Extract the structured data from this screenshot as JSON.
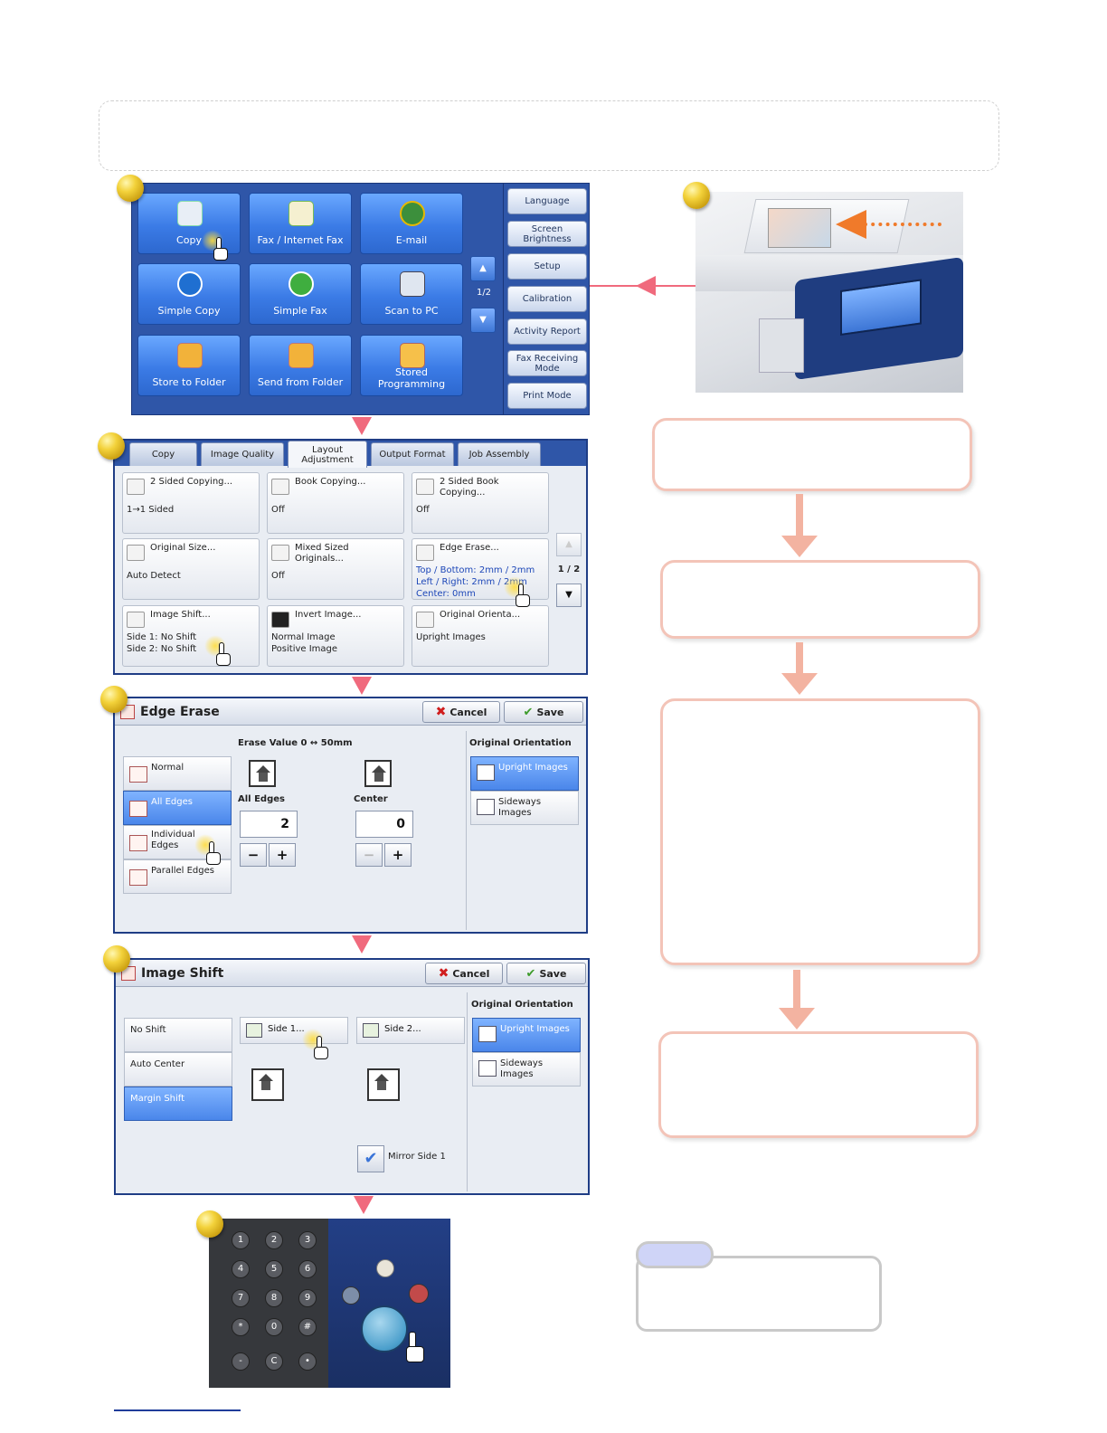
{
  "home_menu": {
    "tiles": [
      {
        "label": "Copy"
      },
      {
        "label": "Fax / Internet Fax"
      },
      {
        "label": "E-mail"
      },
      {
        "label": "Simple Copy"
      },
      {
        "label": "Simple Fax"
      },
      {
        "label": "Scan to PC"
      },
      {
        "label": "Store to Folder"
      },
      {
        "label": "Send from Folder"
      },
      {
        "label": "Stored Programming"
      }
    ],
    "page_indicator": "1/2",
    "side_buttons": [
      {
        "label": "Language"
      },
      {
        "label": "Screen Brightness"
      },
      {
        "label": "Setup"
      },
      {
        "label": "Calibration"
      },
      {
        "label": "Activity Report"
      },
      {
        "label": "Fax Receiving Mode"
      },
      {
        "label": "Print Mode"
      }
    ]
  },
  "layout_tab": {
    "tabs": [
      "Copy",
      "Image Quality",
      "Layout Adjustment",
      "Output Format",
      "Job Assembly"
    ],
    "active_tab": "Layout Adjustment",
    "cells": [
      {
        "title": "2 Sided Copying...",
        "value": "1→1 Sided"
      },
      {
        "title": "Book Copying...",
        "value": "Off"
      },
      {
        "title": "2 Sided Book Copying...",
        "value": "Off"
      },
      {
        "title": "Original Size...",
        "value": "Auto Detect"
      },
      {
        "title": "Mixed Sized Originals...",
        "value": "Off"
      },
      {
        "title": "Edge Erase...",
        "value": "Top / Bottom: 2mm / 2mm\nLeft / Right: 2mm / 2mm\nCenter: 0mm"
      },
      {
        "title": "Image Shift...",
        "value": "Side 1: No Shift\nSide 2: No Shift"
      },
      {
        "title": "Invert Image...",
        "value": "Normal Image\nPositive Image"
      },
      {
        "title": "Original Orienta...",
        "value": "Upright Images"
      }
    ],
    "page_indicator": "1 / 2"
  },
  "edge_erase": {
    "title": "Edge Erase",
    "cancel_label": "Cancel",
    "save_label": "Save",
    "erase_value_label": "Erase Value 0 ↔ 50mm",
    "options": [
      "Normal",
      "All Edges",
      "Individual Edges",
      "Parallel Edges"
    ],
    "selected_option": "All Edges",
    "all_edges_label": "All Edges",
    "all_edges_value": "2",
    "center_label": "Center",
    "center_value": "0",
    "orientation_label": "Original Orientation",
    "orientations": [
      "Upright Images",
      "Sideways Images"
    ],
    "selected_orientation": "Upright Images"
  },
  "image_shift": {
    "title": "Image Shift",
    "cancel_label": "Cancel",
    "save_label": "Save",
    "options": [
      "No Shift",
      "Auto Center",
      "Margin Shift"
    ],
    "selected_option": "Margin Shift",
    "side1_label": "Side 1...",
    "side2_label": "Side 2...",
    "mirror_label": "Mirror Side 1",
    "orientation_label": "Original Orientation",
    "orientations": [
      "Upright Images",
      "Sideways Images"
    ],
    "selected_orientation": "Upright Images"
  },
  "keypad": {
    "keys": [
      "1",
      "2",
      "3",
      "4",
      "5",
      "6",
      "7",
      "8",
      "9",
      "*",
      "0",
      "#",
      "-",
      "C",
      "•"
    ]
  },
  "colors": {
    "panel_blue": "#2f56a8",
    "connector_pink": "#f06a7d",
    "flow_peach": "#f3c4b8",
    "badge_gold": "#f3d23b",
    "orange_arrow": "#f07a2a"
  }
}
